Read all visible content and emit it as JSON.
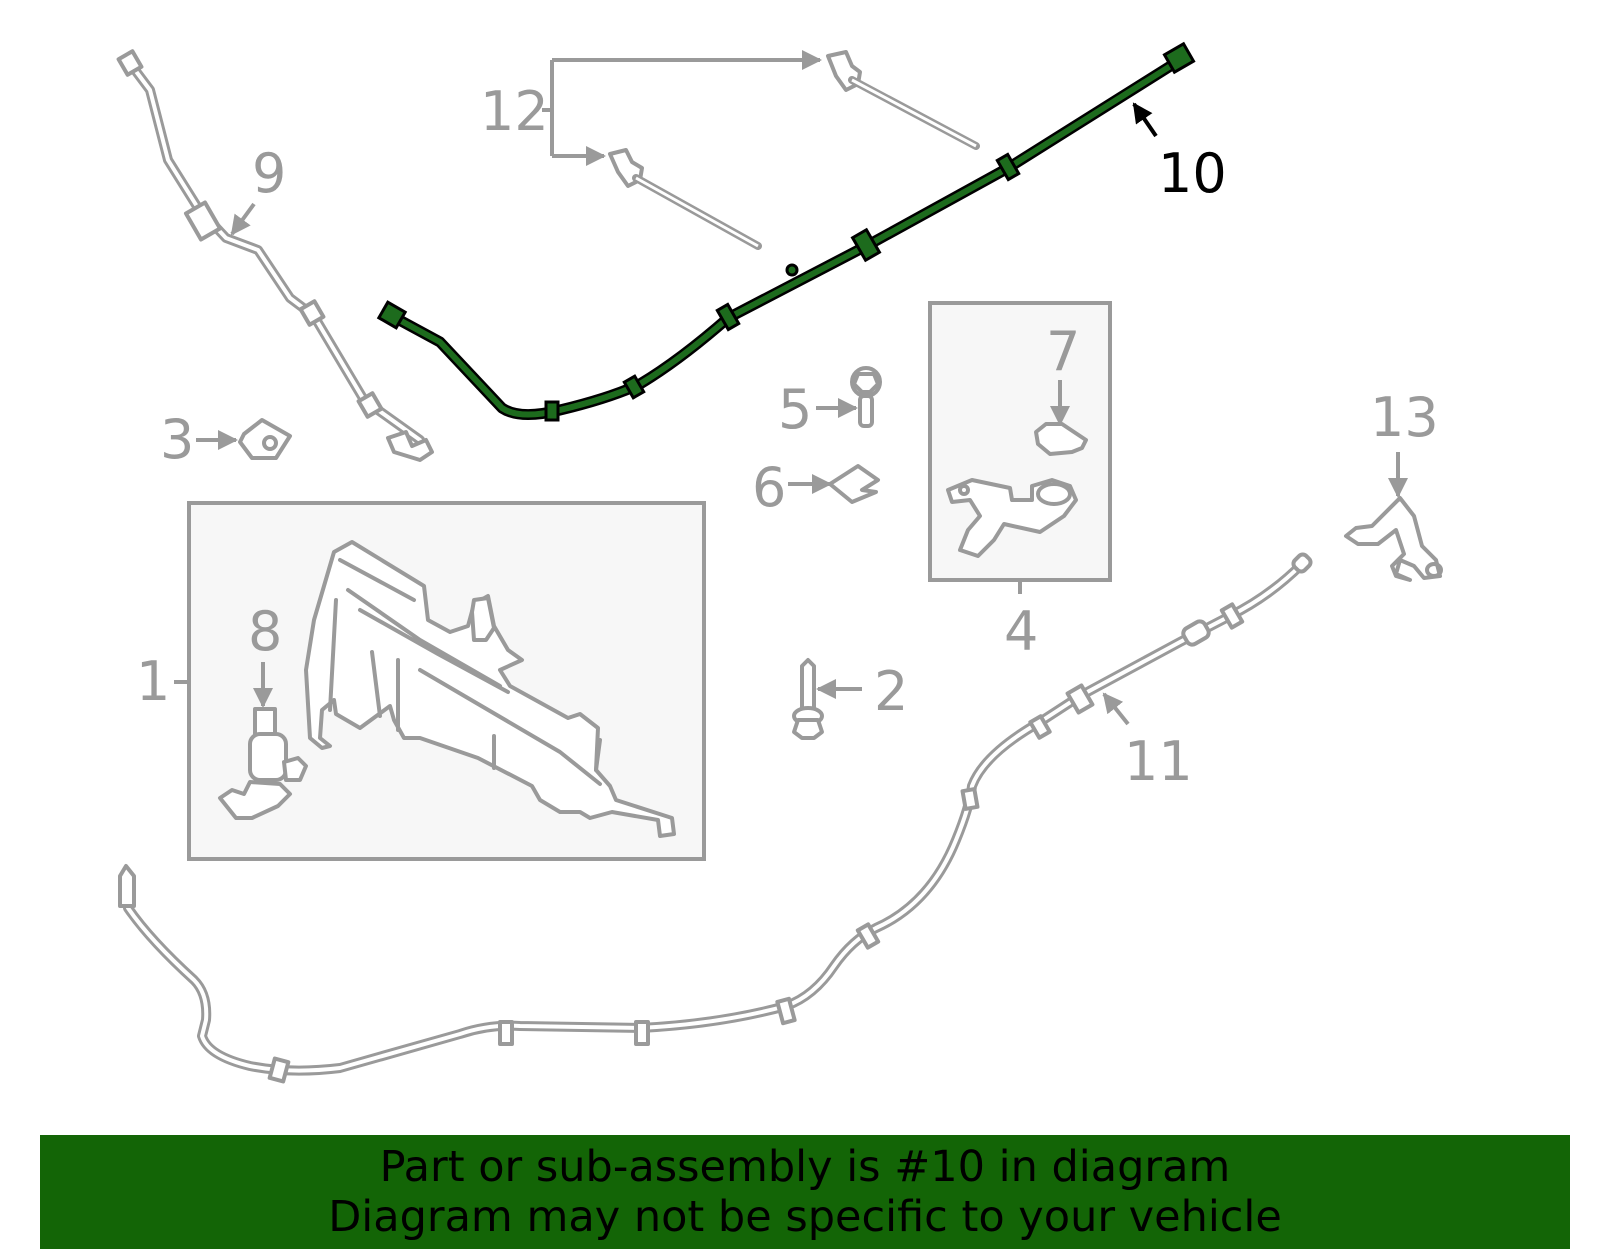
{
  "diagram": {
    "highlighted_part": "10",
    "colors": {
      "line_gray": "#9a9a9a",
      "highlight_green": "#1d6b1d",
      "banner_green": "#136506",
      "box_fill": "#f7f7f7"
    },
    "callouts": {
      "c1": "1",
      "c2": "2",
      "c3": "3",
      "c4": "4",
      "c5": "5",
      "c6": "6",
      "c7": "7",
      "c8": "8",
      "c9": "9",
      "c10": "10",
      "c11": "11",
      "c12": "12",
      "c13": "13"
    }
  },
  "banner": {
    "line1": "Part or sub-assembly is #10 in diagram",
    "line2": "Diagram may not be specific to your vehicle"
  }
}
